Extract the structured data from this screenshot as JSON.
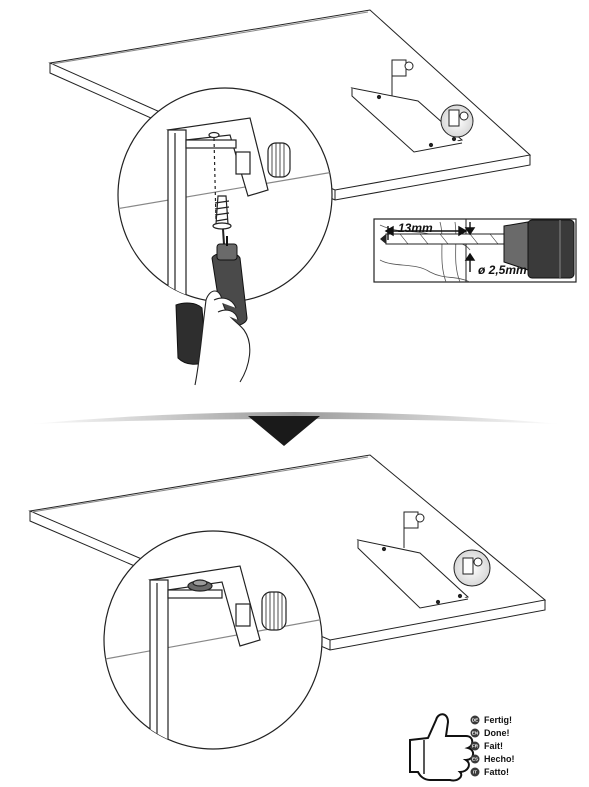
{
  "step1": {
    "measure_depth": "13mm",
    "measure_diameter": "ø 2,5mm"
  },
  "done_labels": [
    {
      "badge": "DE",
      "text": "Fertig!"
    },
    {
      "badge": "EN",
      "text": "Done!"
    },
    {
      "badge": "FR",
      "text": "Fait!"
    },
    {
      "badge": "ES",
      "text": "Hecho!"
    },
    {
      "badge": "IT",
      "text": "Fatto!"
    }
  ],
  "colors": {
    "line": "#222222",
    "drill_body": "#4a4a4a",
    "drill_grip": "#2e2e2e",
    "arrow": "#1a1a1a",
    "badge": "#3a3a3a"
  }
}
